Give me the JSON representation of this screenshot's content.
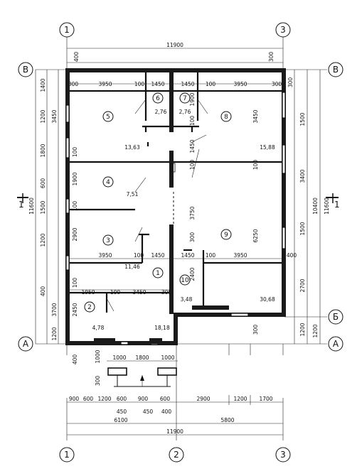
{
  "axes": {
    "top": [
      "1",
      "3"
    ],
    "bottom": [
      "1",
      "2",
      "3"
    ],
    "left": [
      "В",
      "А"
    ],
    "right": [
      "В",
      "Б",
      "А"
    ]
  },
  "section_mark": {
    "left": "1",
    "right": "1"
  },
  "rooms": [
    {
      "number": "1",
      "area": ""
    },
    {
      "number": "2",
      "area": "4,78"
    },
    {
      "number": "3",
      "area": "11,46"
    },
    {
      "number": "4",
      "area": "7,51"
    },
    {
      "number": "5",
      "area": "13,63"
    },
    {
      "number": "6",
      "area": "2,76"
    },
    {
      "number": "7",
      "area": "2,76"
    },
    {
      "number": "8",
      "area": "15,88"
    },
    {
      "number": "9",
      "area": "30,68"
    },
    {
      "number": "10",
      "area": "3,48"
    }
  ],
  "extra_area": "18,18",
  "dims": {
    "top_overall": "11900",
    "top_400": "400",
    "top_300": "300",
    "row_v": [
      "300",
      "3950",
      "100",
      "1450",
      "1450",
      "100",
      "3950",
      "300"
    ],
    "row_mid1": [
      "3950",
      "100",
      "1450",
      "1450",
      "100",
      "3950",
      "400"
    ],
    "row_mid2": [
      "1950",
      "100",
      "3450",
      "300"
    ],
    "bottom_chain1": [
      "900",
      "600",
      "1200",
      "600",
      "900",
      "600",
      "2900",
      "1200",
      "1700"
    ],
    "bottom_chain2": [
      "450",
      "450",
      "400"
    ],
    "bottom_61": "6100",
    "bottom_58": "5800",
    "bottom_overall": "11900",
    "porch_top": [
      "1000",
      "1800",
      "1000"
    ],
    "left_outer": [
      "1400",
      "1200",
      "1800",
      "600",
      "1500",
      "1200",
      "400"
    ],
    "left_total": "11600",
    "left_inner": [
      "3450",
      "100",
      "1900",
      "100",
      "2900",
      "100",
      "2450"
    ],
    "left_3700": "3700",
    "porch_left": [
      "400",
      "1000",
      "300"
    ],
    "right_inner": [
      "3450",
      "100",
      "3750",
      "6250"
    ],
    "right_outer": [
      "300",
      "1500",
      "3400",
      "1500",
      "2700",
      "1200"
    ],
    "right_total1": "10400",
    "right_total2": "11600",
    "right_300": "300",
    "inner_vert": [
      "1900",
      "100",
      "1450",
      "100",
      "2400"
    ],
    "bottom_300": "300",
    "left_1200": "1200",
    "right_1200": "1200"
  }
}
